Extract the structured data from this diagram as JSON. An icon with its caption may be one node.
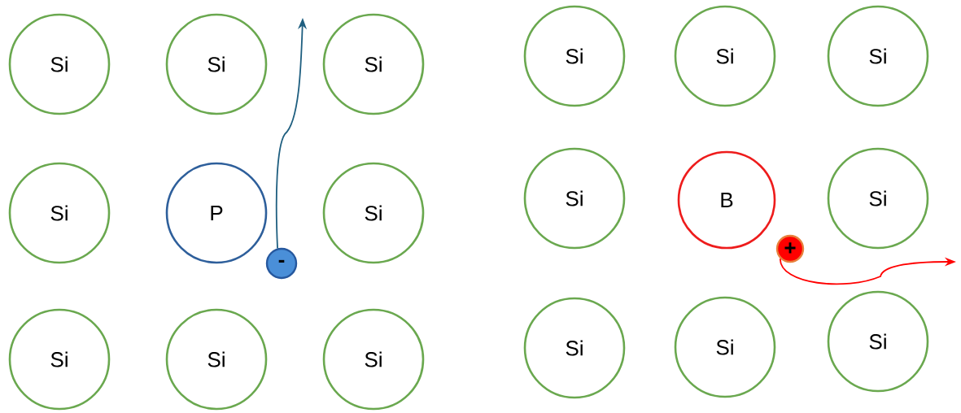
{
  "diagram": {
    "nodes": [
      {
        "text": [
          "Si"
        ]
      },
      {
        "text": [
          "Si"
        ]
      },
      {
        "text": [
          "Si"
        ]
      },
      {
        "text": [
          "Si"
        ]
      },
      {
        "text": [
          "P"
        ]
      },
      {
        "text": [
          "Si"
        ]
      },
      {
        "text": [
          "Si"
        ]
      },
      {
        "text": [
          "Si"
        ]
      },
      {
        "text": [
          "Si"
        ]
      },
      {
        "text": [
          "-"
        ]
      },
      {
        "text": [
          "Si"
        ]
      },
      {
        "text": [
          "Si"
        ]
      },
      {
        "text": [
          "Si"
        ]
      },
      {
        "text": [
          "Si"
        ]
      },
      {
        "text": [
          "B"
        ]
      },
      {
        "text": [
          "Si"
        ]
      },
      {
        "text": [
          "Si"
        ]
      },
      {
        "text": [
          "Si"
        ]
      },
      {
        "text": [
          "Si"
        ]
      },
      {
        "text": [
          "+"
        ]
      }
    ],
    "edges": [
      {
        "from": 9,
        "to": null,
        "arrow": "to",
        "color": "#1f5f80"
      },
      {
        "from": 19,
        "to": null,
        "arrow": "to",
        "color": "#ff0000"
      }
    ]
  }
}
